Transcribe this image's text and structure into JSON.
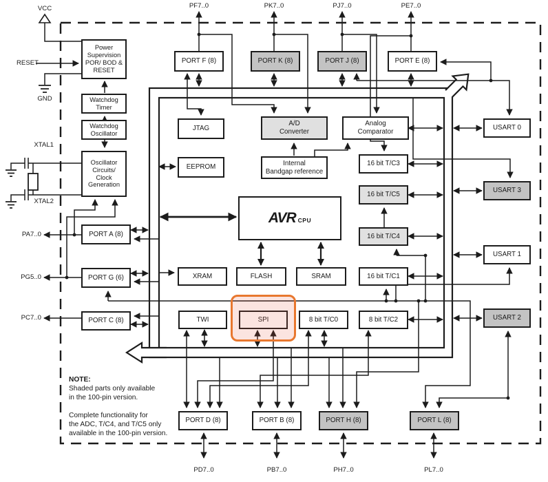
{
  "diagram_title": "AVR microcontroller block diagram",
  "colors": {
    "line": "#1c1c1c",
    "shaded_dark": "#c3c3c3",
    "shaded_light": "#e0e0e0",
    "highlight_ring": "#e8772e",
    "highlight_fill": "rgba(228,90,60,0.16)",
    "background": "#ffffff"
  },
  "pins": {
    "top": [
      "PF7..0",
      "PK7..0",
      "PJ7..0",
      "PE7..0"
    ],
    "bottom": [
      "PD7..0",
      "PB7..0",
      "PH7..0",
      "PL7..0"
    ],
    "left_power": {
      "vcc": "VCC",
      "reset": "RESET",
      "gnd": "GND"
    },
    "left_xtal": {
      "xtal1": "XTAL1",
      "xtal2": "XTAL2"
    },
    "left_ports": [
      "PA7..0",
      "PG5..0",
      "PC7..0"
    ]
  },
  "blocks": {
    "power": "Power\nSupervision\nPOR/ BOD &\nRESET",
    "watchdog_timer": "Watchdog\nTimer",
    "watchdog_osc": "Watchdog\nOscillator",
    "oscillator": "Oscillator\nCircuits/\nClock\nGeneration",
    "port_a": "PORT A (8)",
    "port_g": "PORT G (6)",
    "port_c": "PORT C (8)",
    "port_f": "PORT F (8)",
    "port_k": "PORT K (8)",
    "port_j": "PORT J (8)",
    "port_e": "PORT E (8)",
    "jtag": "JTAG",
    "eeprom": "EEPROM",
    "adc": "A/D\nConverter",
    "bandgap": "Internal\nBandgap reference",
    "acomp": "Analog\nComparator",
    "tc3": "16 bit T/C3",
    "tc5": "16 bit T/C5",
    "tc4": "16 bit T/C4",
    "tc1": "16 bit T/C1",
    "tc0": "8 bit T/C0",
    "tc2": "8 bit T/C2",
    "cpu_brand": "AVR",
    "cpu_suffix": "CPU",
    "xram": "XRAM",
    "flash": "FLASH",
    "sram": "SRAM",
    "twi": "TWI",
    "spi": "SPI",
    "usart0": "USART 0",
    "usart3": "USART 3",
    "usart1": "USART 1",
    "usart2": "USART 2",
    "port_d": "PORT D (8)",
    "port_b": "PORT B (8)",
    "port_h": "PORT H (8)",
    "port_l": "PORT L (8)"
  },
  "note": {
    "heading": "NOTE:",
    "body1": "Shaded parts only available\nin the 100-pin version.",
    "body2": "Complete functionality for\nthe ADC, T/C4, and T/C5 only\navailable in the 100-pin version."
  }
}
